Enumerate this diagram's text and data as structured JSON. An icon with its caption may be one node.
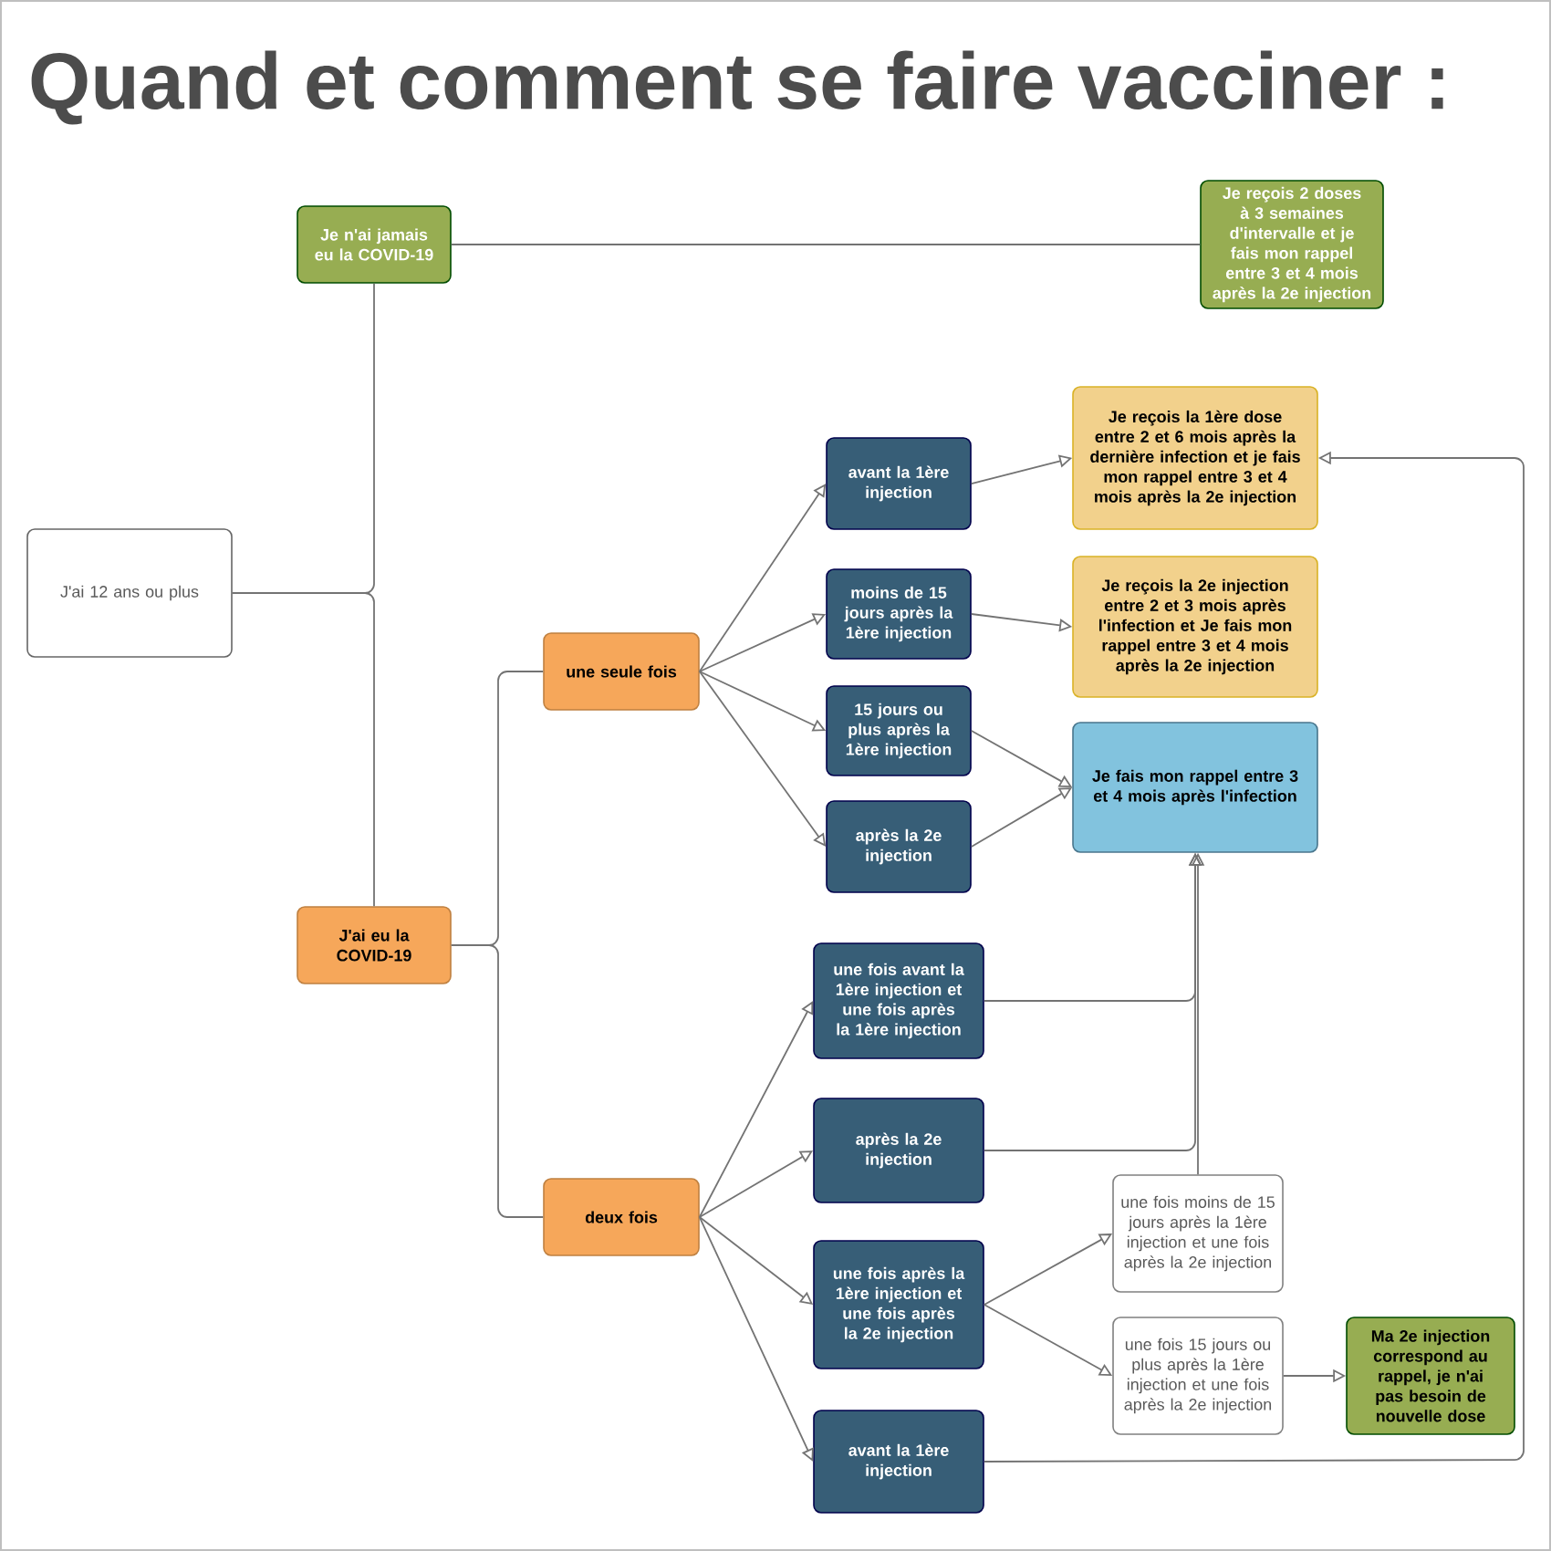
{
  "diagram": {
    "title": "Quand et comment se faire vacciner :",
    "nodes": [
      {
        "text": [
          "J'ai 12 ans ou plus"
        ]
      },
      {
        "text": [
          "Je n'ai jamais eu la COVID-19"
        ]
      },
      {
        "text": [
          "Je reçois 2 doses à 3 semaines d'intervalle et je fais mon rappel entre 3 et 4 mois après la 2e injection"
        ]
      },
      {
        "text": [
          "J'ai eu la COVID-19"
        ]
      },
      {
        "text": [
          "une seule fois"
        ]
      },
      {
        "text": [
          "deux fois"
        ]
      },
      {
        "text": [
          "avant la 1ère injection"
        ]
      },
      {
        "text": [
          "moins de 15 jours après la 1ère injection"
        ]
      },
      {
        "text": [
          "15 jours ou plus après la 1ère injection"
        ]
      },
      {
        "text": [
          "après la 2e injection"
        ]
      },
      {
        "text": [
          "Je reçois la 1ère dose entre 2 et 6 mois après la dernière infection et je fais mon rappel entre 3 et 4 mois après la 2e injection"
        ]
      },
      {
        "text": [
          "Je reçois la 2e injection entre 2 et 3 mois après l'infection et Je fais mon rappel entre 3 et 4 mois après la 2e injection"
        ]
      },
      {
        "text": [
          "Je fais mon rappel entre 3 et 4 mois après l'infection"
        ]
      },
      {
        "text": [
          "une fois avant la 1ère injection et une fois après la 1ère injection"
        ]
      },
      {
        "text": [
          "après la 2e injection"
        ]
      },
      {
        "text": [
          "une fois après la 1ère injection et une fois après la 2e injection"
        ]
      },
      {
        "text": [
          "avant la 1ère injection"
        ]
      },
      {
        "text": [
          "une fois moins de 15 jours après la 1ère injection et une fois après la 2e injection"
        ]
      },
      {
        "text": [
          "une fois 15 jours ou plus après la 1ère injection et une fois après la 2e injection"
        ]
      },
      {
        "text": [
          "Ma 2e injection correspond au rappel, je n'ai pas besoin de nouvelle dose"
        ]
      }
    ],
    "edges": [
      {
        "from": 0,
        "to": 1,
        "arrow": "none"
      },
      {
        "from": 0,
        "to": 3,
        "arrow": "none"
      },
      {
        "from": 1,
        "to": 2,
        "arrow": "none"
      },
      {
        "from": 3,
        "to": 4,
        "arrow": "none"
      },
      {
        "from": 3,
        "to": 5,
        "arrow": "none"
      },
      {
        "from": 4,
        "to": 6,
        "arrow": "to"
      },
      {
        "from": 4,
        "to": 7,
        "arrow": "to"
      },
      {
        "from": 4,
        "to": 8,
        "arrow": "to"
      },
      {
        "from": 4,
        "to": 9,
        "arrow": "to"
      },
      {
        "from": 6,
        "to": 10,
        "arrow": "to"
      },
      {
        "from": 7,
        "to": 11,
        "arrow": "to"
      },
      {
        "from": 8,
        "to": 12,
        "arrow": "to"
      },
      {
        "from": 9,
        "to": 12,
        "arrow": "to"
      },
      {
        "from": 5,
        "to": 13,
        "arrow": "to"
      },
      {
        "from": 5,
        "to": 14,
        "arrow": "to"
      },
      {
        "from": 5,
        "to": 15,
        "arrow": "to"
      },
      {
        "from": 5,
        "to": 16,
        "arrow": "to"
      },
      {
        "from": 13,
        "to": 12,
        "arrow": "to"
      },
      {
        "from": 14,
        "to": 12,
        "arrow": "to"
      },
      {
        "from": 17,
        "to": 12,
        "arrow": "to"
      },
      {
        "from": 15,
        "to": 17,
        "arrow": "to"
      },
      {
        "from": 15,
        "to": 18,
        "arrow": "to"
      },
      {
        "from": 18,
        "to": 19,
        "arrow": "to"
      },
      {
        "from": 16,
        "to": 10,
        "arrow": "to"
      }
    ]
  }
}
